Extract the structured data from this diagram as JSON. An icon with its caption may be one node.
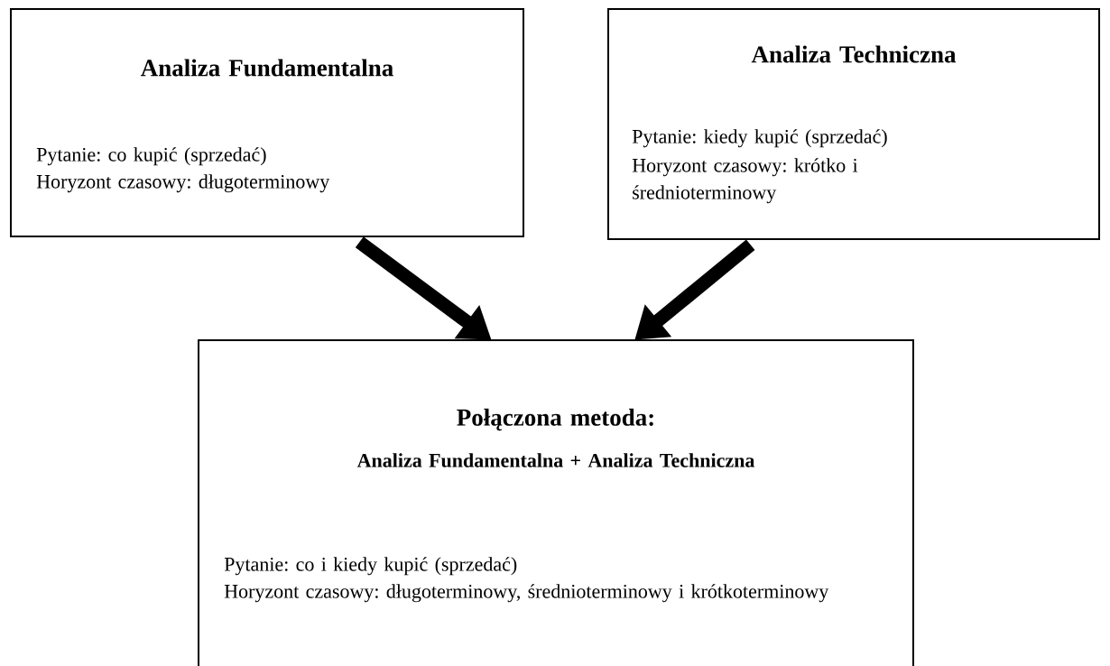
{
  "diagram": {
    "nodes": [
      {
        "text": [
          "Analiza Fundamentalna",
          "Pytanie: co kupić (sprzedać)",
          "Horyzont czasowy: długoterminowy"
        ]
      },
      {
        "text": [
          "Analiza Techniczna",
          "Pytanie: kiedy kupić (sprzedać)",
          "Horyzont czasowy: krótko i średnioterminowy"
        ]
      },
      {
        "text": [
          "Połączona metoda:",
          "Analiza Fundamentalna + Analiza Techniczna",
          "Pytanie: co i kiedy kupić (sprzedać)",
          "Horyzont czasowy: długoterminowy, średnioterminowy i krótkoterminowy"
        ]
      }
    ],
    "edges": [
      {
        "from": 0,
        "to": 2,
        "arrow": "to"
      },
      {
        "from": 1,
        "to": 2,
        "arrow": "to"
      }
    ]
  }
}
